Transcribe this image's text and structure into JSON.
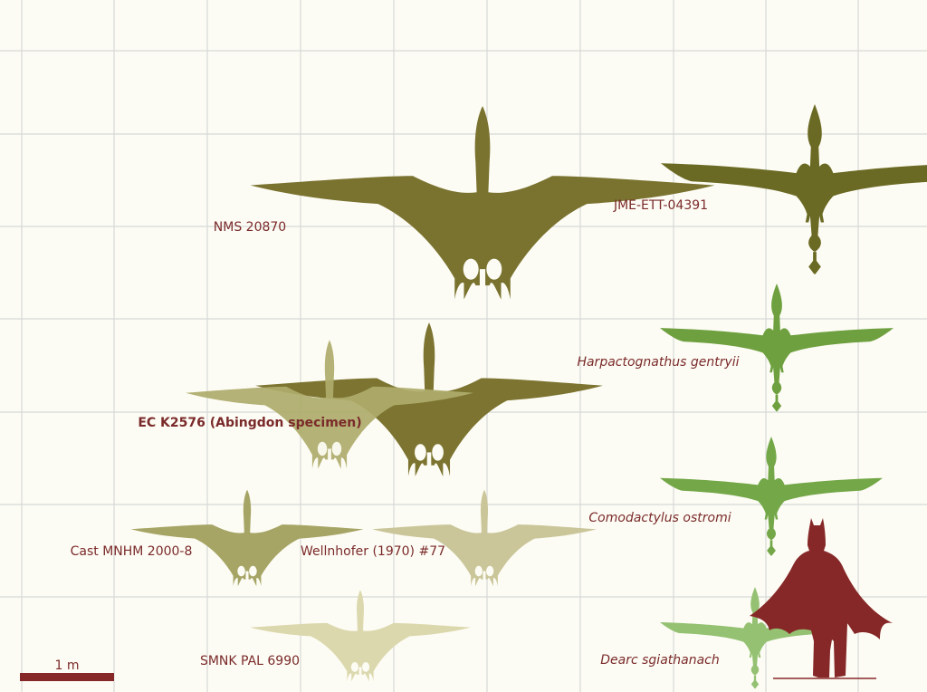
{
  "specimens": {
    "nms_20870": "NMS 20870",
    "ec_k2576": "EC K2576 (Abingdon specimen)",
    "cast_mnhm": "Cast MNHM 2000-8",
    "wellnhofer": "Wellnhofer (1970) #77",
    "smnk_pal": "SMNK PAL 6990",
    "jme_ett": "JME-ETT-04391",
    "harpactognathus": "Harpactognathus gentryii",
    "comodactylus": "Comodactylus ostromi",
    "dearc": "Dearc sgiathanach"
  },
  "scale": {
    "label": "1 m"
  },
  "colors": {
    "background": "#fdfcf4",
    "grid": "#d6d9d8",
    "label": "#7a2a2a",
    "human": "#862828",
    "rhamph_dark": "#77712a",
    "rhamph_mid": "#8a8138",
    "rhamph_light": "#a8a765",
    "rhamph_pale": "#c6c497",
    "rhamph_palest": "#d8d4aa",
    "jme": "#6b6a24",
    "harpactognathus": "#6ea03f",
    "comodactylus": "#72a646",
    "dearc": "#94c072"
  },
  "icons": {
    "pterosaur": "pterosaur-silhouette-icon",
    "human": "caped-human-silhouette-icon"
  }
}
